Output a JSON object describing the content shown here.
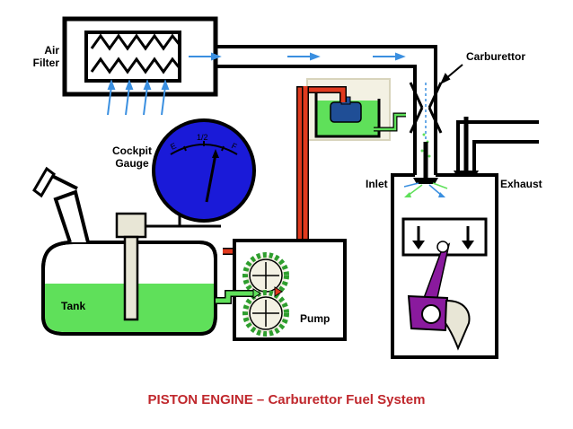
{
  "labels": {
    "air_filter": "Air\nFilter",
    "carburettor": "Carburettor",
    "cockpit_gauge": "Cockpit\nGauge",
    "gauge_e": "E",
    "gauge_half": "1/2",
    "gauge_f": "F",
    "inlet": "Inlet",
    "exhaust": "Exhaust",
    "tank": "Tank",
    "pump": "Pump"
  },
  "caption": "PISTON ENGINE – Carburettor Fuel System",
  "colors": {
    "fuel_green": "#5fe05a",
    "fuel_line_red": "#e03a1e",
    "gauge_blue": "#1a1ad8",
    "piston_purple": "#8a1a9e",
    "caption_red": "#c0282d",
    "airflow_blue": "#3a8fe0"
  }
}
